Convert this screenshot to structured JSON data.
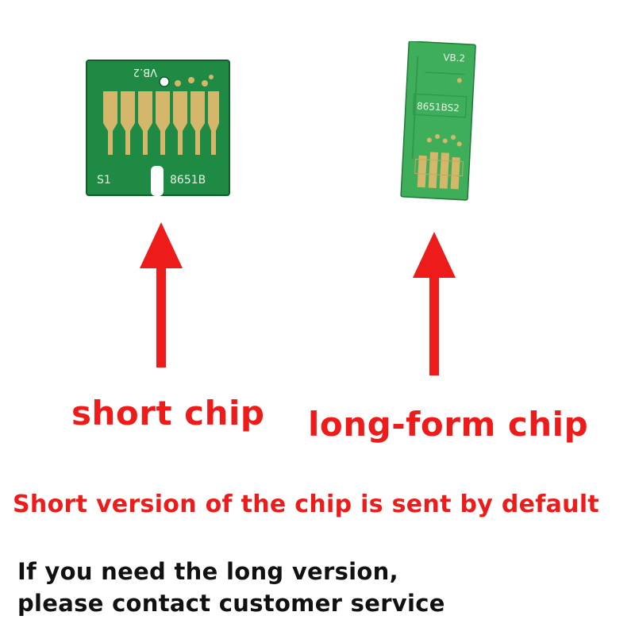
{
  "colors": {
    "label_red": "#ee1b1b",
    "pcb_green": "#1f8a44",
    "gold": "#d4b76a",
    "text_black": "#111111"
  },
  "short_chip": {
    "silkscreen_top": "VB.2",
    "silkscreen_left": "S1",
    "silkscreen_right": "8651B",
    "label": "short chip"
  },
  "long_chip": {
    "silkscreen_top": "VB.2",
    "silkscreen_mid": "8651BS2",
    "label": "long-form chip"
  },
  "notes": {
    "default_notice": "Short version of the chip is sent by default",
    "contact_line_1": "If you need the long version,",
    "contact_line_2": "please contact customer service"
  }
}
